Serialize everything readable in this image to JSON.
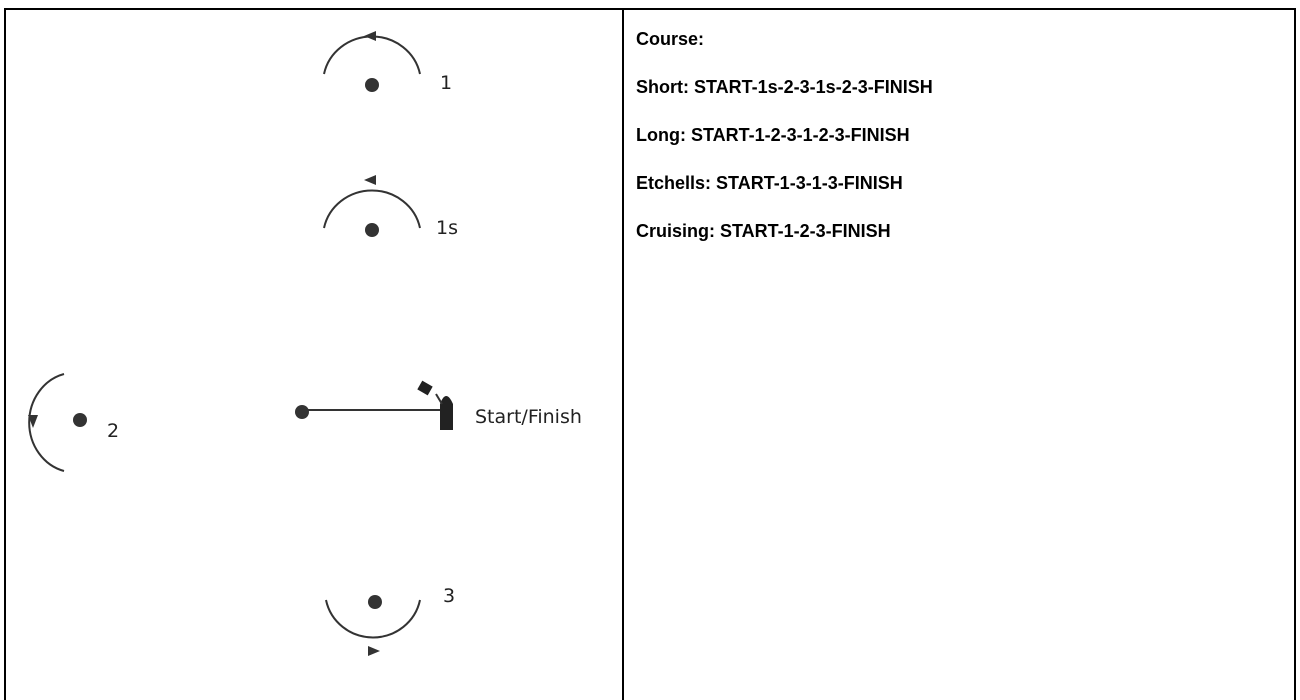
{
  "diagram": {
    "marks": [
      {
        "id": "1",
        "label": "1"
      },
      {
        "id": "1s",
        "label": "1s"
      },
      {
        "id": "2",
        "label": "2"
      },
      {
        "id": "3",
        "label": "3"
      }
    ],
    "start_finish_label": "Start/Finish"
  },
  "courses": {
    "heading": "Course:",
    "lines": [
      "Short: START-1s-2-3-1s-2-3-FINISH",
      "Long: START-1-2-3-1-2-3-FINISH",
      "Etchells: START-1-3-1-3-FINISH",
      "Cruising: START-1-2-3-FINISH"
    ]
  },
  "colors": {
    "ink": "#333333",
    "border": "#000000",
    "text": "#000000"
  }
}
